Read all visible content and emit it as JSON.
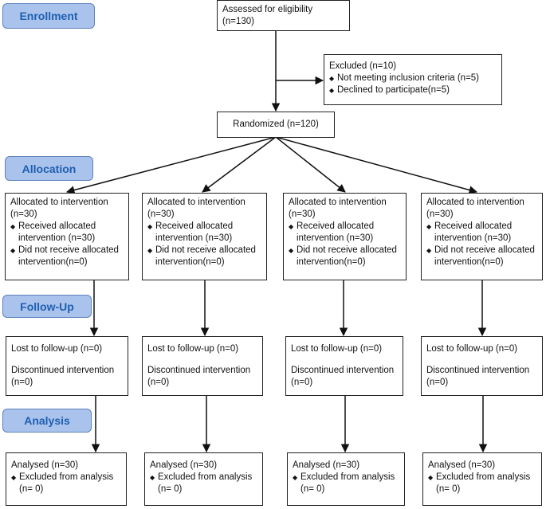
{
  "stages": {
    "enrollment": "Enrollment",
    "allocation": "Allocation",
    "follow_up": "Follow-Up",
    "analysis": "Analysis"
  },
  "assessed": "Assessed for eligibility (n=130)",
  "excluded": {
    "title": "Excluded (n=10)",
    "items": [
      "Not meeting inclusion criteria (n=5)",
      "Declined to participate(n=5)"
    ]
  },
  "randomized": "Randomized (n=120)",
  "arms": [
    {
      "allocation": {
        "line1": "Allocated to intervention",
        "line2": "(n=30)",
        "received": "Received allocated intervention (n=30)",
        "not_received": "Did not receive allocated intervention(n=0)"
      },
      "followup": {
        "lost": "Lost to follow-up (n=0)",
        "discontinued": "Discontinued intervention (n=0)"
      },
      "analysis": {
        "analysed": "Analysed (n=30)",
        "excluded": "Excluded from analysis (n= 0)"
      }
    },
    {
      "allocation": {
        "line1": "Allocated to intervention",
        "line2": "(n=30)",
        "received": "Received allocated intervention (n=30)",
        "not_received": "Did not receive allocated intervention(n=0)"
      },
      "followup": {
        "lost": "Lost to follow-up (n=0)",
        "discontinued": "Discontinued intervention (n=0)"
      },
      "analysis": {
        "analysed": "Analysed (n=30)",
        "excluded": "Excluded from analysis (n= 0)"
      }
    },
    {
      "allocation": {
        "line1": "Allocated to intervention",
        "line2": "(n=30)",
        "received": "Received allocated intervention (n=30)",
        "not_received": "Did not receive allocated intervention(n=0)"
      },
      "followup": {
        "lost": "Lost to follow-up (n=0)",
        "discontinued": "Discontinued intervention (n=0)"
      },
      "analysis": {
        "analysed": "Analysed (n=30)",
        "excluded": "Excluded from analysis (n= 0)"
      }
    },
    {
      "allocation": {
        "line1": "Allocated to intervention",
        "line2": "(n=30)",
        "received": "Received allocated intervention (n=30)",
        "not_received": "Did not receive allocated intervention(n=0)"
      },
      "followup": {
        "lost": "Lost to follow-up (n=0)",
        "discontinued": "Discontinued intervention (n=0)"
      },
      "analysis": {
        "analysed": "Analysed (n=30)",
        "excluded": "Excluded from analysis (n= 0)"
      }
    }
  ],
  "colors": {
    "stage_fill": "#a9c3ec",
    "stage_text": "#1f5fb0",
    "stage_border": "#5f82bb"
  },
  "icons": {
    "bullet": "diamond-bullet-icon"
  }
}
